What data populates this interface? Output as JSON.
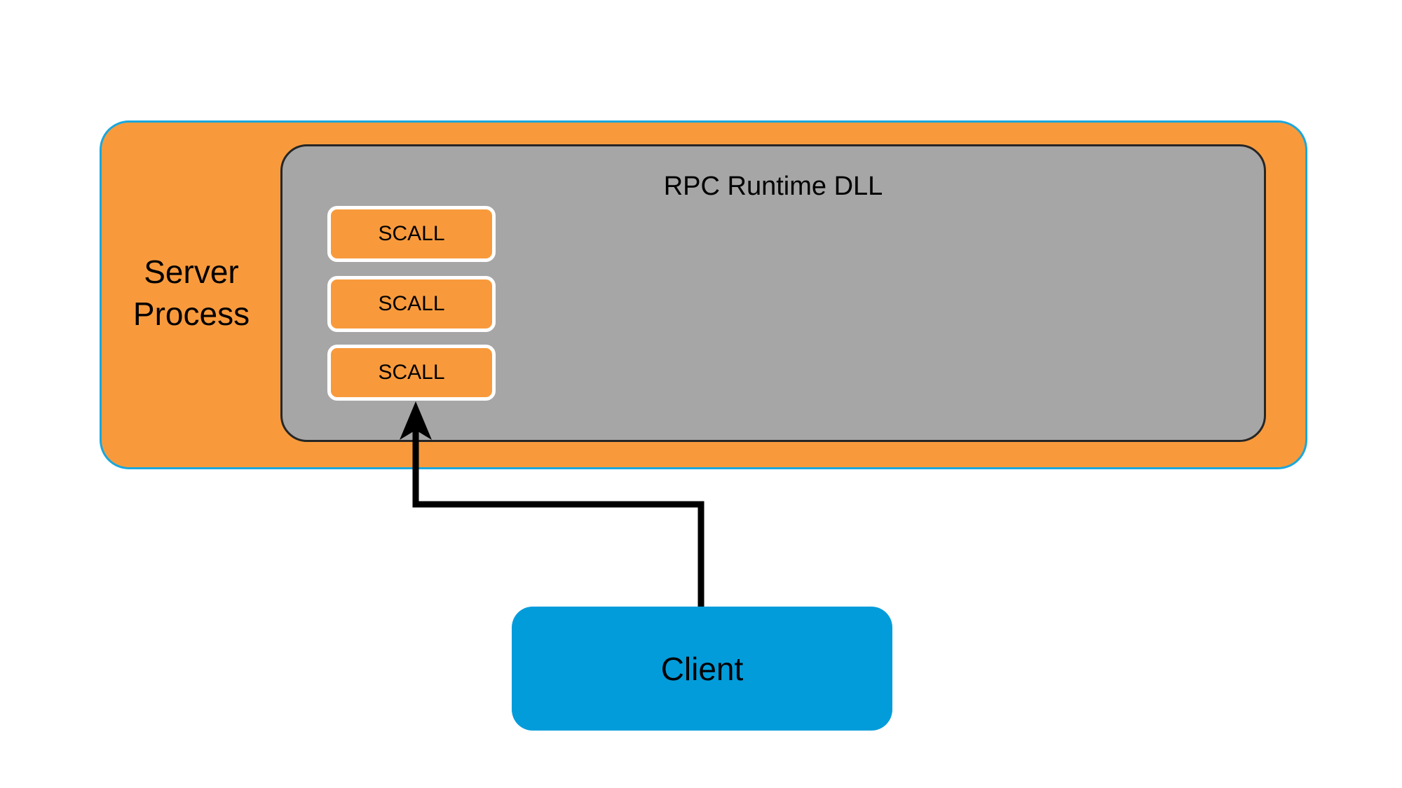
{
  "diagram": {
    "title": "RPC Server Process with SCALL contexts and Client",
    "background": "#FFFFFF",
    "colors": {
      "orange_fill": "#F89A3C",
      "blue_border": "#1AA7DD",
      "gray_fill": "#A6A6A6",
      "gray_border": "#262626",
      "client_blue": "#029CDB",
      "scall_border": "#FFFFFF",
      "connector_black": "#000000",
      "text_black": "#000000"
    },
    "server_process": {
      "label": "Server\nProcess"
    },
    "rpc_runtime": {
      "title": "RPC Runtime DLL",
      "scalls": [
        {
          "label": "SCALL"
        },
        {
          "label": "SCALL"
        },
        {
          "label": "SCALL"
        }
      ]
    },
    "client": {
      "label": "Client"
    },
    "connector": {
      "from": "client",
      "to": "scall-3",
      "arrow_head": "up-arrow",
      "style": "orthogonal-elbow"
    }
  }
}
